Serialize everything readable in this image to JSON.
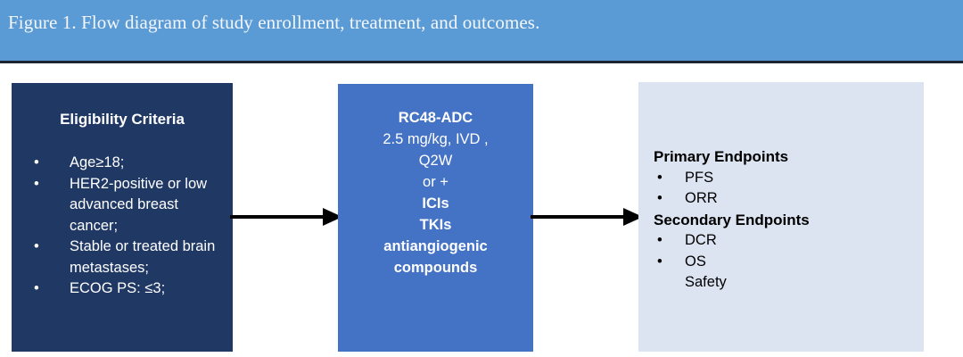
{
  "figure": {
    "caption": "Figure 1. Flow diagram of study enrollment, treatment, and outcomes.",
    "caption_band_color": "#5B9BD5",
    "caption_text_color": "#F3F6FA"
  },
  "diagram": {
    "type": "flow-diagram",
    "boxes": [
      {
        "id": "eligibility",
        "title": "Eligibility Criteria",
        "fill_color": "#203864",
        "text_color": "#FFFFFF",
        "bullet_glyph": "•",
        "items": [
          "Age≥18;",
          "HER2-positive or low advanced breast cancer;",
          "Stable or treated brain metastases;",
          "ECOG PS: ≤3;"
        ]
      },
      {
        "id": "treatment",
        "fill_color": "#4472C4",
        "text_color": "#FFFFFF",
        "lines": [
          {
            "text": "RC48-ADC",
            "bold": true
          },
          {
            "text": "2.5 mg/kg, IVD ,",
            "bold": false
          },
          {
            "text": "Q2W",
            "bold": false
          },
          {
            "text": "or +",
            "bold": false
          },
          {
            "text": "ICIs",
            "bold": true
          },
          {
            "text": "TKIs",
            "bold": true
          },
          {
            "text": "antiangiogenic",
            "bold": true
          },
          {
            "text": "compounds",
            "bold": true
          }
        ]
      },
      {
        "id": "endpoints",
        "fill_color": "#DCE3F1",
        "text_color": "#000000",
        "bullet_glyph": "•",
        "groups": [
          {
            "heading": "Primary Endpoints",
            "items": [
              {
                "text": "PFS",
                "bulleted": true
              },
              {
                "text": "ORR",
                "bulleted": true
              }
            ]
          },
          {
            "heading": "Secondary Endpoints",
            "items": [
              {
                "text": "DCR",
                "bulleted": true
              },
              {
                "text": "OS",
                "bulleted": true
              },
              {
                "text": "Safety",
                "bulleted": false
              }
            ]
          }
        ]
      }
    ],
    "arrows": [
      {
        "id": "arrow-eligibility-to-treatment",
        "from": "eligibility",
        "to": "treatment",
        "color": "#000000"
      },
      {
        "id": "arrow-treatment-to-endpoints",
        "from": "treatment",
        "to": "endpoints",
        "color": "#000000"
      }
    ]
  }
}
